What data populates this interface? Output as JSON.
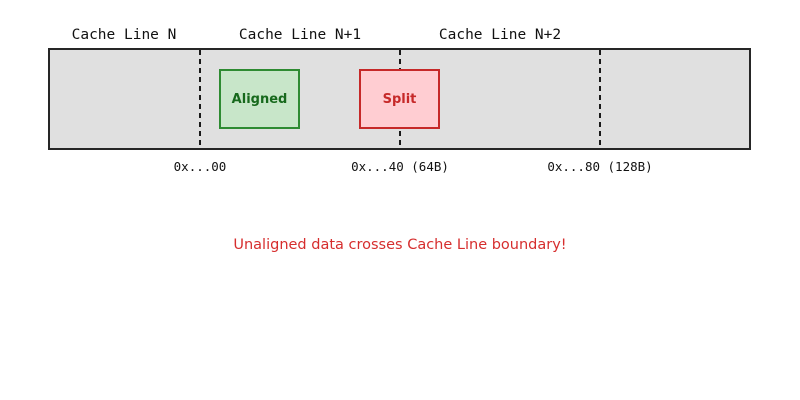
{
  "diagram": {
    "cache_lines": [
      {
        "label": "Cache Line N"
      },
      {
        "label": "Cache Line N+1"
      },
      {
        "label": "Cache Line N+2"
      }
    ],
    "addresses": [
      {
        "label": "0x...00"
      },
      {
        "label": "0x...40 (64B)"
      },
      {
        "label": "0x...80 (128B)"
      }
    ],
    "blocks": {
      "aligned": {
        "label": "Aligned"
      },
      "split": {
        "label": "Split"
      }
    },
    "caption": "Unaligned data crosses Cache Line boundary!",
    "colors": {
      "bar_fill": "#e0e0e0",
      "bar_border": "#262626",
      "boundary_dash": "#1a1a1a",
      "aligned_fill": "#c8e6c9",
      "aligned_border": "#2e8b32",
      "aligned_text": "#17691c",
      "split_fill": "#ffcdd2",
      "split_border": "#c62929",
      "split_text": "#c62929",
      "caption_text": "#d62e2e"
    }
  }
}
